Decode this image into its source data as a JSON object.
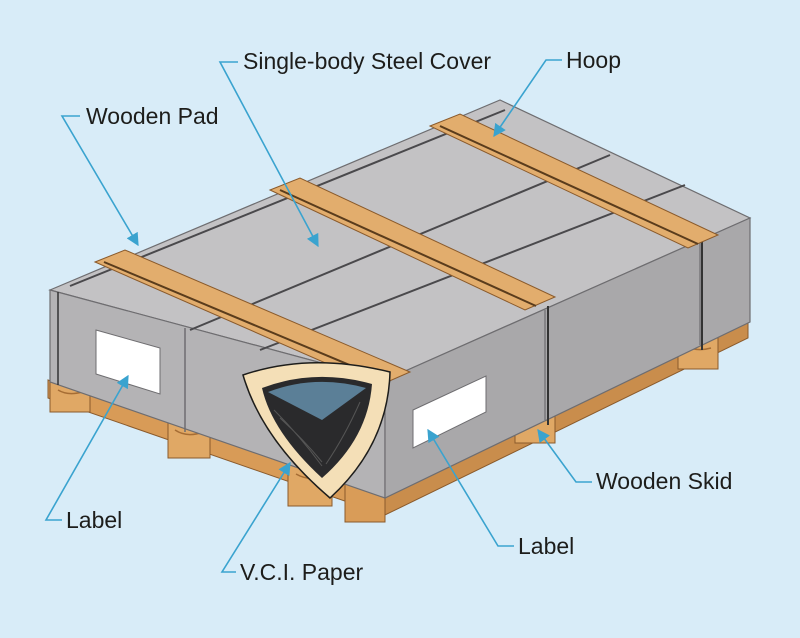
{
  "labels": {
    "wooden_pad": "Wooden Pad",
    "steel_cover": "Single-body Steel Cover",
    "hoop": "Hoop",
    "label_left": "Label",
    "vci_paper": "V.C.I. Paper",
    "label_right": "Label",
    "wooden_skid": "Wooden Skid"
  },
  "colors": {
    "background": "#d8ecf8",
    "steel_top": "#c3c2c4",
    "steel_front": "#b4b3b5",
    "steel_side": "#a9a8aa",
    "wood_pad": "#e2ad6d",
    "wood_skid": "#dfa664",
    "vci_paper": "#f4dfb7",
    "leader_line": "#3aa3cf"
  }
}
